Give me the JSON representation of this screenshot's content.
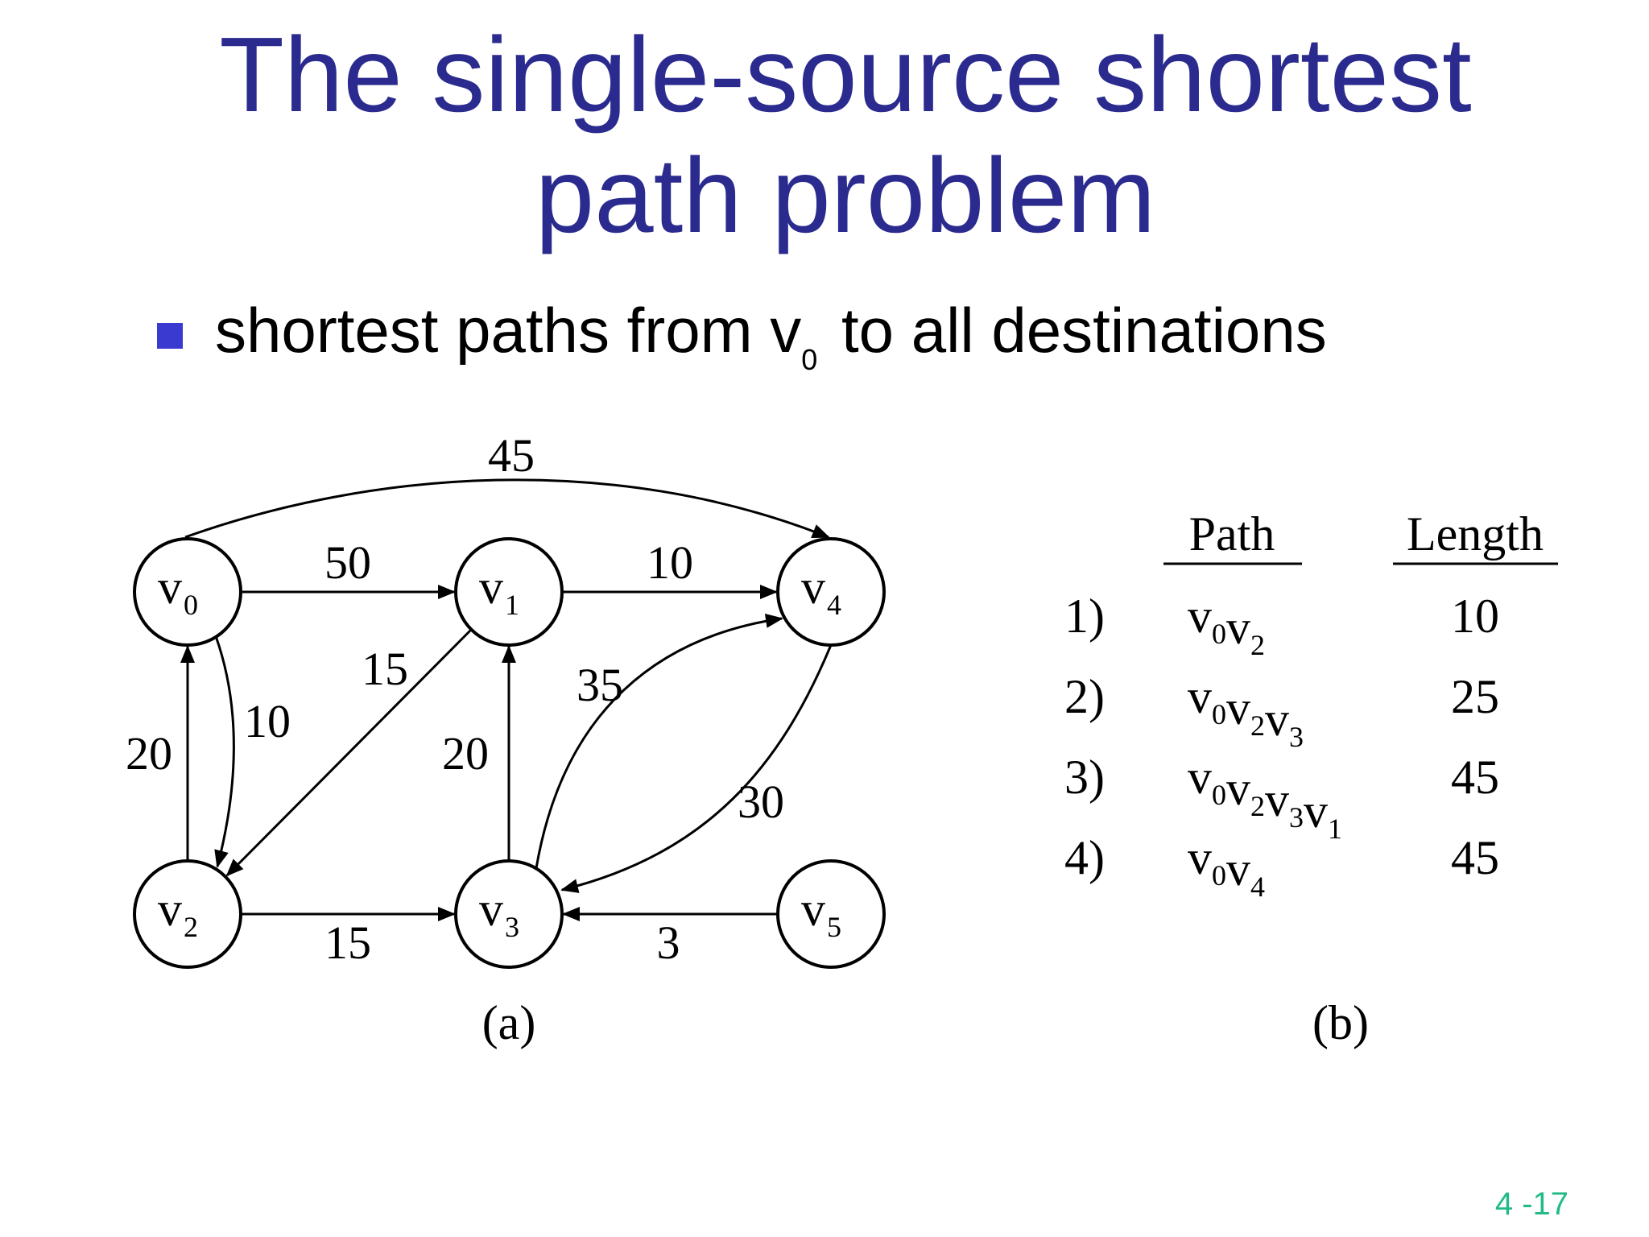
{
  "title": {
    "line1": "The single-source shortest",
    "line2": "path problem"
  },
  "bullet": {
    "text_before": "shortest paths from v",
    "subscript": "0",
    "text_after": " to all destinations"
  },
  "graph": {
    "nodes": [
      {
        "id": "v0",
        "letter": "v",
        "sub": "0"
      },
      {
        "id": "v1",
        "letter": "v",
        "sub": "1"
      },
      {
        "id": "v4",
        "letter": "v",
        "sub": "4"
      },
      {
        "id": "v2",
        "letter": "v",
        "sub": "2"
      },
      {
        "id": "v3",
        "letter": "v",
        "sub": "3"
      },
      {
        "id": "v5",
        "letter": "v",
        "sub": "5"
      }
    ],
    "edges": [
      {
        "from": "v0",
        "to": "v1",
        "weight": "50"
      },
      {
        "from": "v0",
        "to": "v2",
        "weight": "10"
      },
      {
        "from": "v0",
        "to": "v4",
        "weight": "45"
      },
      {
        "from": "v1",
        "to": "v2",
        "weight": "15"
      },
      {
        "from": "v1",
        "to": "v4",
        "weight": "10"
      },
      {
        "from": "v2",
        "to": "v0",
        "weight": "20"
      },
      {
        "from": "v2",
        "to": "v3",
        "weight": "15"
      },
      {
        "from": "v3",
        "to": "v1",
        "weight": "20"
      },
      {
        "from": "v3",
        "to": "v4",
        "weight": "35"
      },
      {
        "from": "v4",
        "to": "v3",
        "weight": "30"
      },
      {
        "from": "v5",
        "to": "v3",
        "weight": "3"
      }
    ],
    "caption": "(a)"
  },
  "table": {
    "headers": {
      "path": "Path",
      "length": "Length"
    },
    "rows": [
      {
        "num": "1)",
        "path": [
          [
            "v",
            "0"
          ],
          [
            "v",
            "2"
          ]
        ],
        "length": "10"
      },
      {
        "num": "2)",
        "path": [
          [
            "v",
            "0"
          ],
          [
            "v",
            "2"
          ],
          [
            "v",
            "3"
          ]
        ],
        "length": "25"
      },
      {
        "num": "3)",
        "path": [
          [
            "v",
            "0"
          ],
          [
            "v",
            "2"
          ],
          [
            "v",
            "3"
          ],
          [
            "v",
            "1"
          ]
        ],
        "length": "45"
      },
      {
        "num": "4)",
        "path": [
          [
            "v",
            "0"
          ],
          [
            "v",
            "4"
          ]
        ],
        "length": "45"
      }
    ],
    "caption": "(b)"
  },
  "page_number": "4 -17"
}
